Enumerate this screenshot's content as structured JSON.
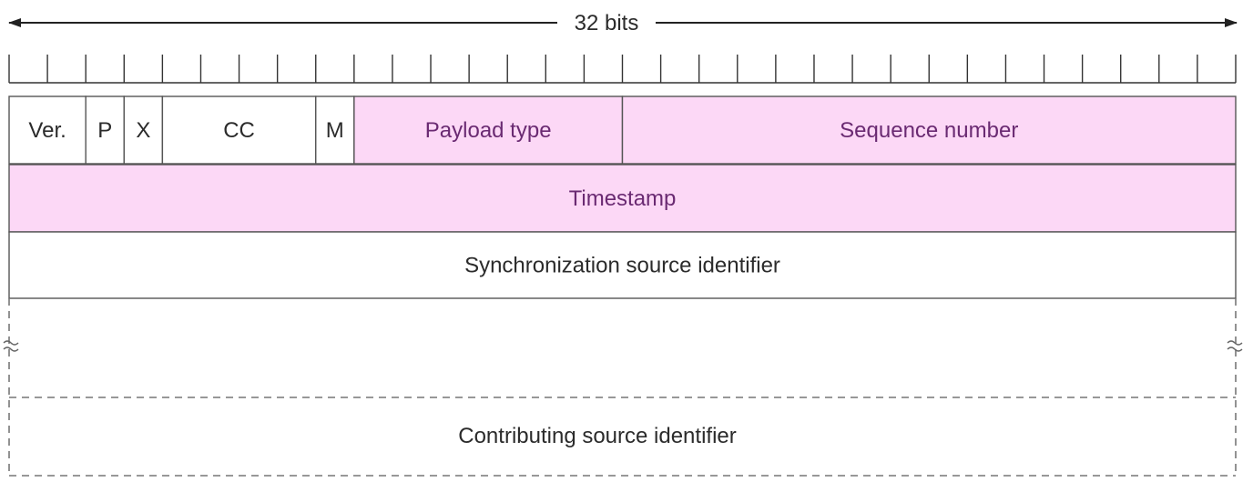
{
  "width_label": "32 bits",
  "bit_count": 32,
  "colors": {
    "rtp_field_fill": "#fcd8f6",
    "plain_field_fill": "#ffffff",
    "border": "#555555",
    "pink_text": "#6a2a72",
    "text": "#2b2b2b"
  },
  "rows": [
    {
      "fields": [
        {
          "label": "Ver.",
          "bits": 2,
          "highlight": false
        },
        {
          "label": "P",
          "bits": 1,
          "highlight": false
        },
        {
          "label": "X",
          "bits": 1,
          "highlight": false
        },
        {
          "label": "CC",
          "bits": 4,
          "highlight": false
        },
        {
          "label": "M",
          "bits": 1,
          "highlight": false
        },
        {
          "label": "Payload type",
          "bits": 7,
          "highlight": true
        },
        {
          "label": "Sequence number",
          "bits": 16,
          "highlight": true
        }
      ]
    },
    {
      "fields": [
        {
          "label": "Timestamp",
          "bits": 32,
          "highlight": true
        }
      ]
    },
    {
      "fields": [
        {
          "label": "Synchronization source identifier",
          "bits": 32,
          "highlight": false
        }
      ]
    }
  ],
  "optional_rows": [
    {
      "label": ""
    },
    {
      "label": "Contributing source identifier"
    }
  ]
}
